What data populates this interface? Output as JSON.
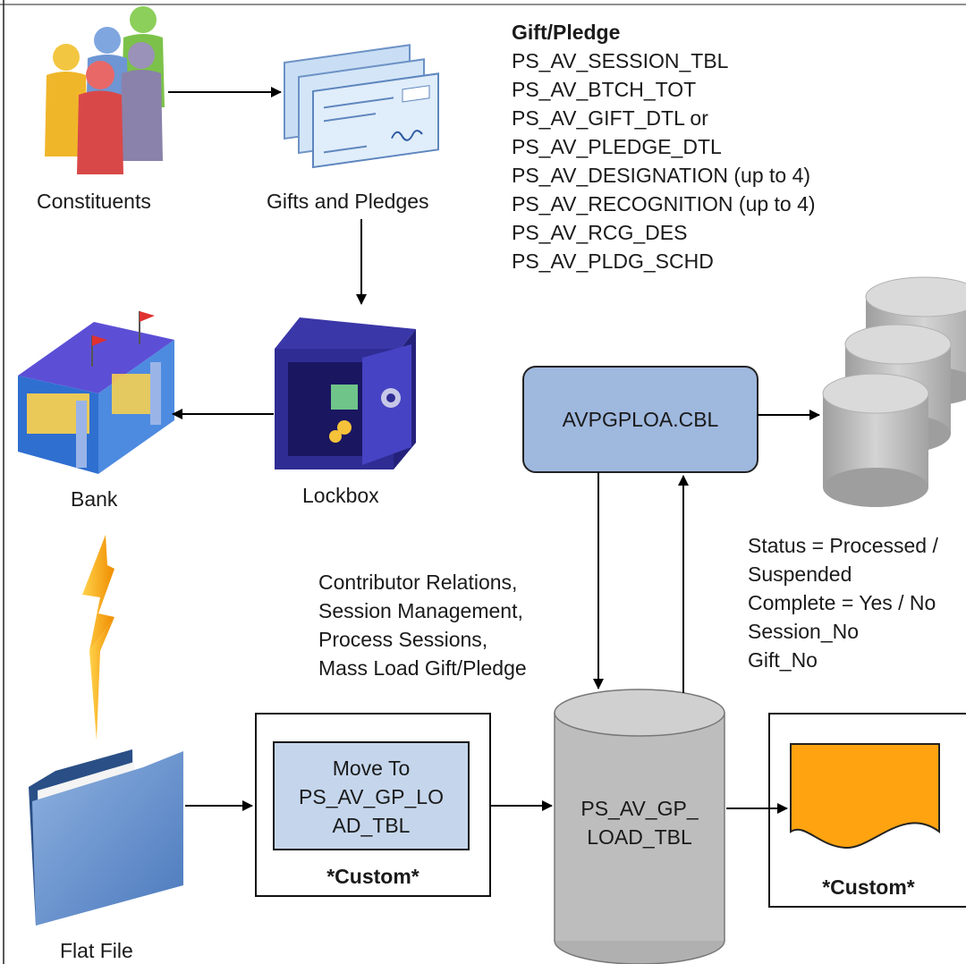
{
  "colors": {
    "frame": "#000000",
    "process_box": "#9fb8de",
    "process_inner": "#c5d6ec",
    "cylinder": "#bfbfbf",
    "custom_doc": "#ffa310",
    "lightning": "#ffb21a"
  },
  "icons": [
    "people-icon",
    "checks-icon",
    "lockbox-safe-icon",
    "bank-building-icon",
    "lightning-icon",
    "folder-icon"
  ],
  "nodes": {
    "constituents": "Constituents",
    "gifts_pledges": "Gifts and Pledges",
    "bank": "Bank",
    "lockbox": "Lockbox",
    "flat_file": "Flat File",
    "program": "AVPGPLOA.CBL",
    "move_to": [
      "Move To",
      "PS_AV_GP_LO",
      "AD_TBL"
    ],
    "custom_left": "*Custom*",
    "load_table": [
      "PS_AV_GP_",
      "LOAD_TBL"
    ],
    "custom_right": "*Custom*"
  },
  "tables_note": {
    "heading": "Gift/Pledge",
    "lines": [
      "PS_AV_SESSION_TBL",
      "PS_AV_BTCH_TOT",
      "PS_AV_GIFT_DTL or",
      "PS_AV_PLEDGE_DTL",
      "PS_AV_DESIGNATION (up to 4)",
      "PS_AV_RECOGNITION (up to 4)",
      "PS_AV_RCG_DES",
      "PS_AV_PLDG_SCHD"
    ]
  },
  "menu_note": [
    "Contributor Relations,",
    "Session Management,",
    "Process Sessions,",
    "Mass Load Gift/Pledge"
  ],
  "status_note": [
    "Status = Processed /",
    "Suspended",
    "Complete = Yes / No",
    "Session_No",
    "Gift_No"
  ]
}
